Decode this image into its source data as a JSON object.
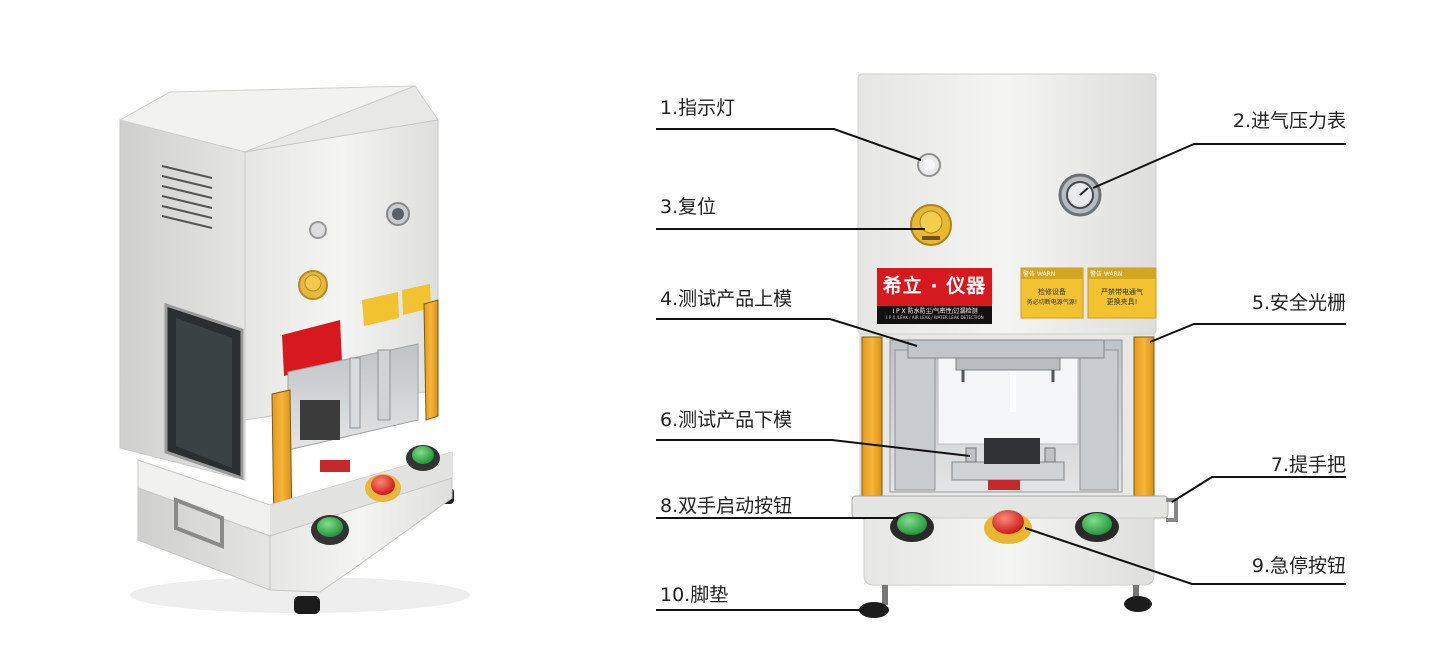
{
  "brand_sign": {
    "title": "希立 · 仪器",
    "subtitle": "I P X 防水防尘/气密性/过漏检测",
    "small_line": "I P X /LEAK / AIR LEAK / WATER LEAK DETECTION"
  },
  "warning_signs": [
    {
      "header": "警告",
      "header_en": "WARN",
      "line1": "检修设备",
      "line2": "务必切断电源气源!"
    },
    {
      "header": "警告",
      "header_en": "WARN",
      "line1": "严禁带电通气",
      "line2": "更换夹具!"
    }
  ],
  "callouts": [
    {
      "id": "1",
      "label": "1.指示灯"
    },
    {
      "id": "2",
      "label": "2.进气压力表"
    },
    {
      "id": "3",
      "label": "3.复位"
    },
    {
      "id": "4",
      "label": "4.测试产品上模"
    },
    {
      "id": "5",
      "label": "5.安全光栅"
    },
    {
      "id": "6",
      "label": "6.测试产品下模"
    },
    {
      "id": "7",
      "label": "7.提手把"
    },
    {
      "id": "8",
      "label": "8.双手启动按钮"
    },
    {
      "id": "9",
      "label": "9.急停按钮"
    },
    {
      "id": "10",
      "label": "10.脚垫"
    }
  ],
  "colors": {
    "body": "#ececea",
    "body_shadow": "#d4d4d2",
    "safety_bar": "#f0a92a",
    "brand_red": "#d7191f",
    "warn_yellow": "#f2c230",
    "start_button": "#2fb34a",
    "stop_button": "#e02020",
    "leader_line": "#111111"
  }
}
